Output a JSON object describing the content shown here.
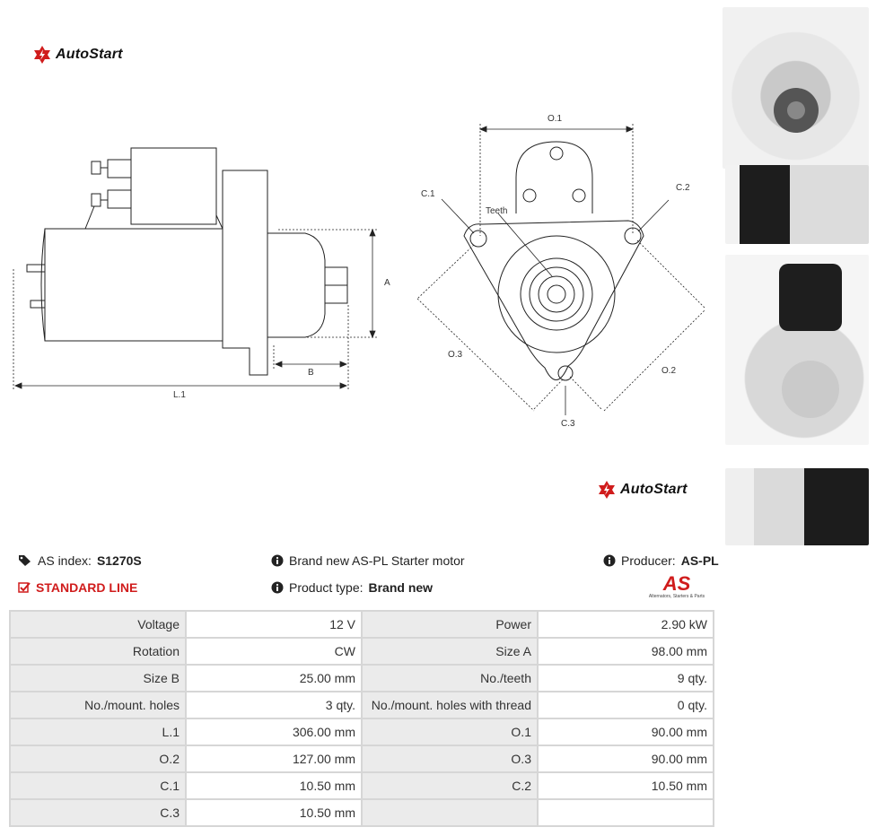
{
  "brand": {
    "name": "AutoStart"
  },
  "drawing": {
    "side_labels": {
      "a": "A",
      "b": "B",
      "l1": "L.1"
    },
    "front_labels": {
      "o1": "O.1",
      "o2": "O.2",
      "o3": "O.3",
      "c1": "C.1",
      "c2": "C.2",
      "c3": "C.3",
      "teeth": "Teeth"
    }
  },
  "product": {
    "as_index_label": "AS index:",
    "as_index_value": "S1270S",
    "line": "STANDARD LINE",
    "description": "Brand new AS-PL Starter motor",
    "type_label": "Product type:",
    "type_value": "Brand new",
    "producer_label": "Producer:",
    "producer_value": "AS-PL",
    "as_logo_text": "AS",
    "as_logo_tagline": "Alternators, Starters & Parts"
  },
  "specs": [
    [
      "Voltage",
      "12 V",
      "Power",
      "2.90 kW"
    ],
    [
      "Rotation",
      "CW",
      "Size A",
      "98.00 mm"
    ],
    [
      "Size B",
      "25.00 mm",
      "No./teeth",
      "9 qty."
    ],
    [
      "No./mount. holes",
      "3 qty.",
      "No./mount. holes with thread",
      "0 qty."
    ],
    [
      "L.1",
      "306.00 mm",
      "O.1",
      "90.00 mm"
    ],
    [
      "O.2",
      "127.00 mm",
      "O.3",
      "90.00 mm"
    ],
    [
      "C.1",
      "10.50 mm",
      "C.2",
      "10.50 mm"
    ],
    [
      "C.3",
      "10.50 mm",
      "",
      ""
    ]
  ],
  "colors": {
    "accent": "#d01c1c",
    "table_border": "#d6d6d6",
    "label_bg": "#ebebeb"
  }
}
